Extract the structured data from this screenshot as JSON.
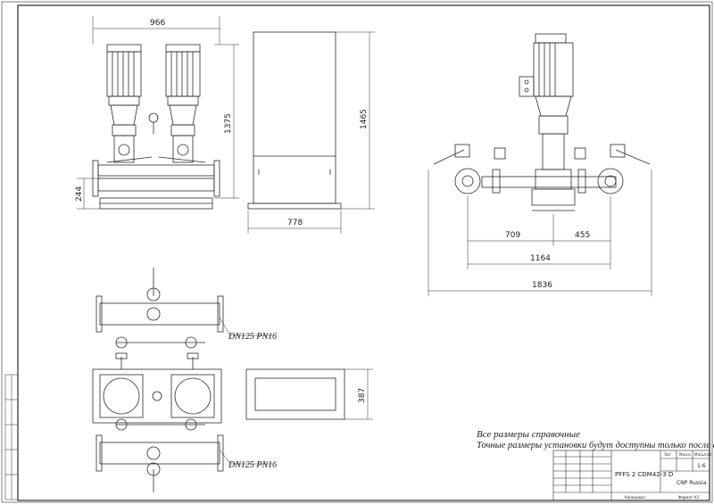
{
  "dimensions": {
    "overall_width_front": "966",
    "height_pumps": "1375",
    "inlet_height": "244",
    "cabinet_width": "778",
    "cabinet_height": "1465",
    "left_to_axis": "709",
    "axis_to_right": "455",
    "manifold_span": "1164",
    "overall_width_side": "1836",
    "cabinet_depth": "387"
  },
  "labels": {
    "flange_top": "DN125 PN16",
    "flange_bottom": "DN125 PN16"
  },
  "notes": {
    "line1": "Все размеры справочные",
    "line2": "Точные размеры установки будут доступны только после сборки"
  },
  "title_block": {
    "designation": "PFFS 2 CDM42-3 D",
    "company": "CNP Russia",
    "sheet_label": "Лит",
    "mass_label": "Масса",
    "scale_label": "Масштаб",
    "scale_value": "1:6",
    "copied": "Копировал",
    "format": "Формат А3"
  },
  "colors": {
    "line": "#2a2a2a",
    "background": "#ffffff"
  }
}
